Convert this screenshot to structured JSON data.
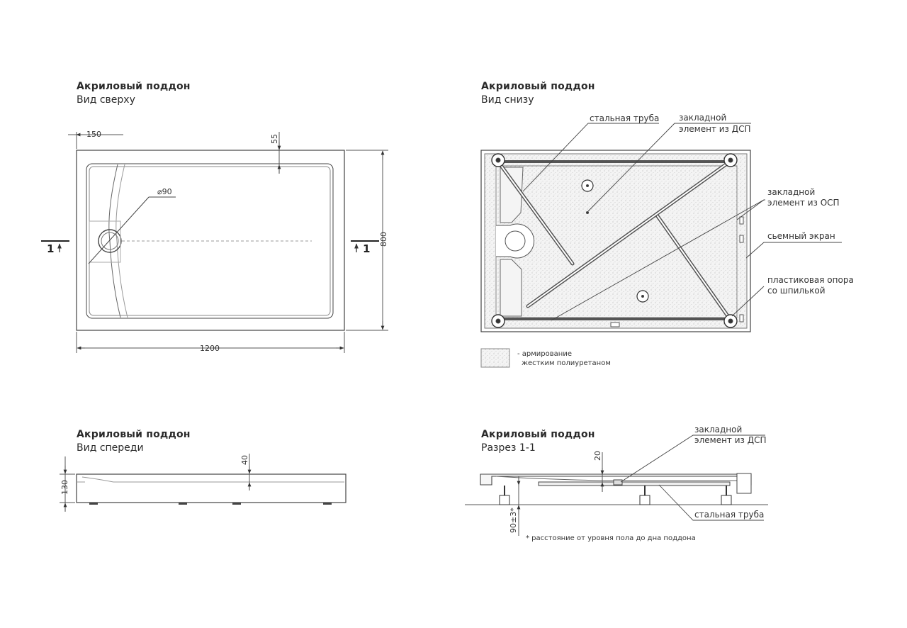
{
  "views": {
    "top": {
      "title": "Акриловый поддон",
      "subtitle": "Вид сверху"
    },
    "bottom": {
      "title": "Акриловый поддон",
      "subtitle": "Вид снизу"
    },
    "front": {
      "title": "Акриловый поддон",
      "subtitle": "Вид спереди"
    },
    "section": {
      "title": "Акриловый поддон",
      "subtitle": "Разрез 1-1"
    }
  },
  "dimensions": {
    "rim_width": "150",
    "rim_depth": "55",
    "drain": "⌀90",
    "width": "1200",
    "length": "800",
    "front_height": "130",
    "front_depth": "40",
    "section_depth": "20",
    "floor_distance": "90±3*",
    "section_mark": "1"
  },
  "labels": {
    "steel_pipe": "стальная труба",
    "chipboard_line1": "закладной",
    "chipboard_line2": "элемент из ДСП",
    "osb_line1": "закладной",
    "osb_line2": "элемент из ОСП",
    "removable_screen": "сьемный экран",
    "support_line1": "пластиковая опора",
    "support_line2": "со шпилькой",
    "legend_line1": "- армирование",
    "legend_line2": "жестким полиуретаном",
    "section_chip_line1": "закладной",
    "section_chip_line2": "элемент из ДСП",
    "section_pipe": "стальная труба",
    "footnote": "* расстояние от уровня пола до дна поддона"
  }
}
